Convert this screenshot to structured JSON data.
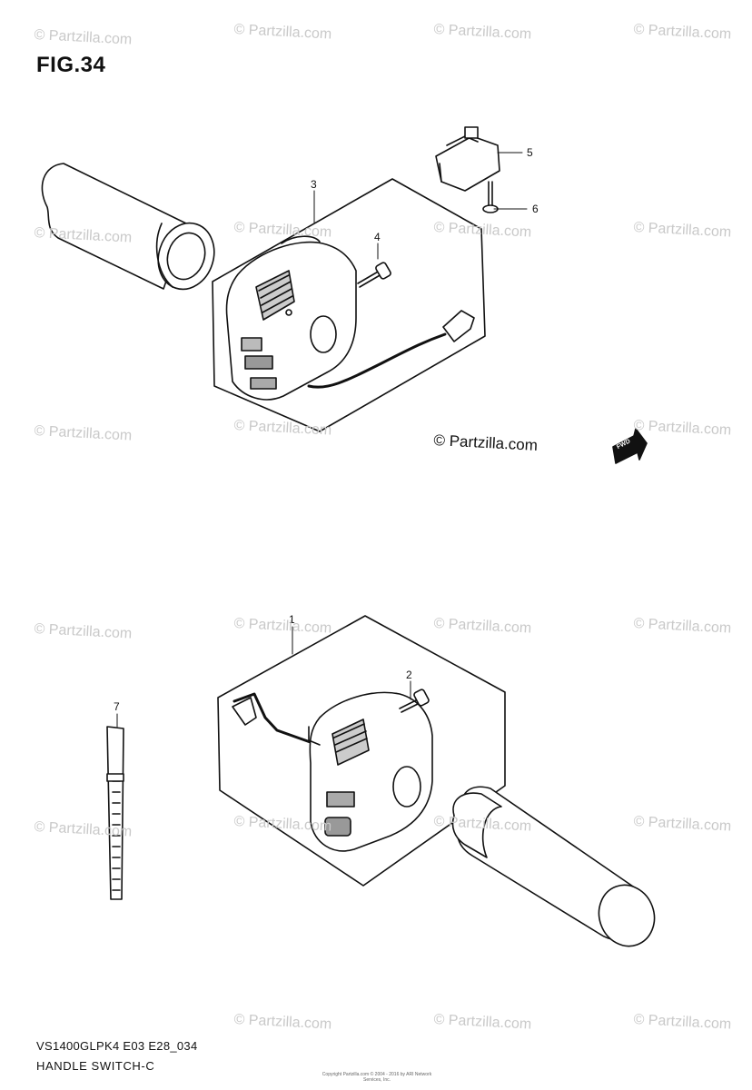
{
  "figure": {
    "title": "FIG.34"
  },
  "footer": {
    "code": "VS1400GLPK4 E03 E28_034",
    "name": "HANDLE SWITCH-C"
  },
  "copyright": {
    "main": "© Partzilla.com",
    "fine": "Copyright Partzilla.com © 2004 - 2016 by ARI Network Services, Inc."
  },
  "watermark": {
    "text": "© Partzilla.com"
  },
  "callouts": {
    "c1": "1",
    "c2": "2",
    "c3": "3",
    "c4": "4",
    "c5": "5",
    "c6": "6",
    "c7": "7"
  },
  "fwd_badge": {
    "text": "FWD"
  }
}
